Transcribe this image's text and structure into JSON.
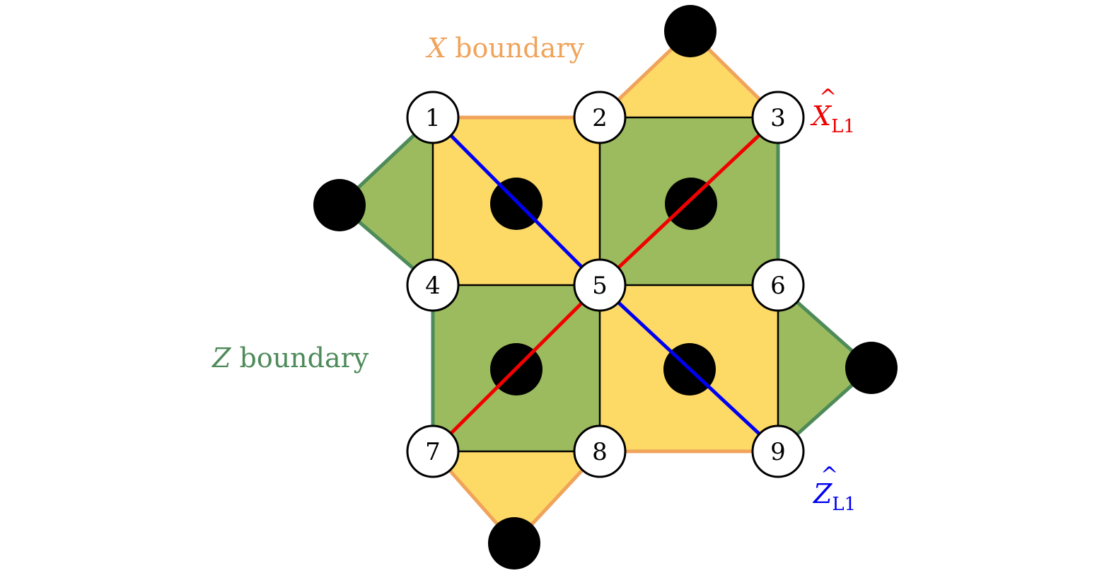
{
  "qubits": [
    "1",
    "2",
    "3",
    "4",
    "5",
    "6",
    "7",
    "8",
    "9"
  ],
  "labels": {
    "x_boundary": {
      "symbol": "X",
      "text": "boundary"
    },
    "z_boundary": {
      "symbol": "Z",
      "text": "boundary"
    },
    "x_logical": {
      "symbol": "X",
      "subscript": "L1"
    },
    "z_logical": {
      "symbol": "Z",
      "subscript": "L1"
    }
  },
  "logical_operators": {
    "x_logical_path": [
      "3",
      "5",
      "7"
    ],
    "z_logical_path": [
      "1",
      "5",
      "9"
    ]
  },
  "colors": {
    "x_face": "#FDD966",
    "z_face": "#9BBB5E",
    "x_boundary": "#F0A35A",
    "z_boundary": "#4E8A5A",
    "x_logical": "#F00000",
    "z_logical": "#0000F0",
    "ancilla": "#000000"
  }
}
